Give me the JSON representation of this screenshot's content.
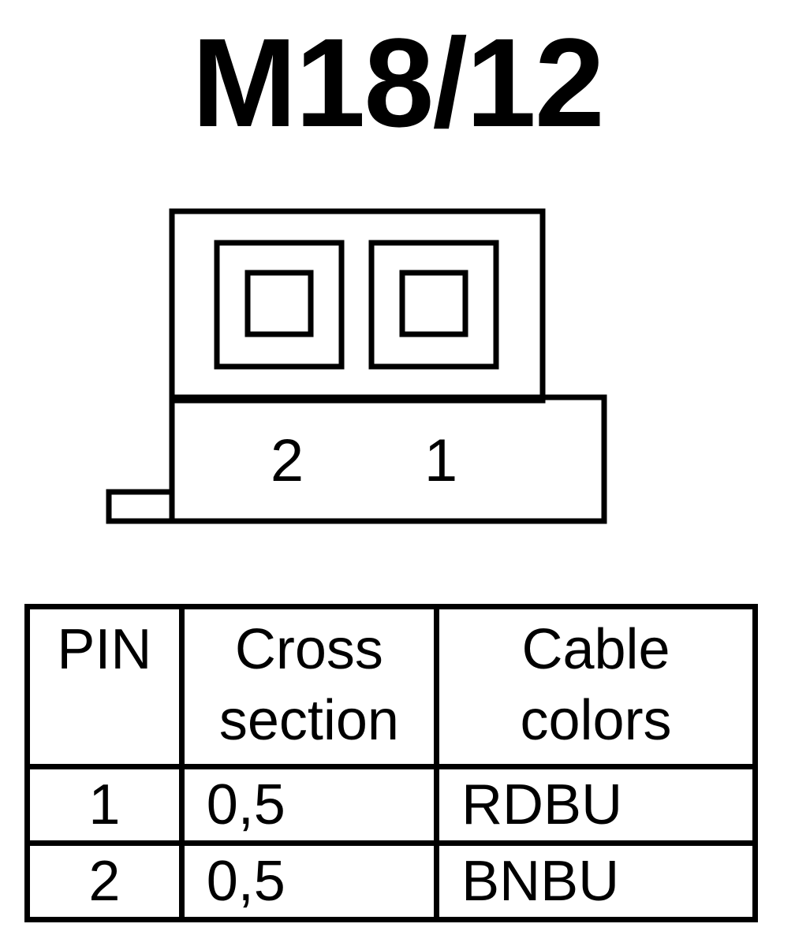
{
  "title": "M18/12",
  "connector": {
    "pin_labels": [
      "2",
      "1"
    ]
  },
  "table": {
    "headers": [
      {
        "lines": [
          "PIN"
        ]
      },
      {
        "lines": [
          "Cross",
          "section"
        ]
      },
      {
        "lines": [
          "Cable",
          "colors"
        ]
      }
    ],
    "rows": [
      {
        "pin": "1",
        "cross_section": "0,5",
        "cable_color": "RDBU"
      },
      {
        "pin": "2",
        "cross_section": "0,5",
        "cable_color": "BNBU"
      }
    ]
  }
}
